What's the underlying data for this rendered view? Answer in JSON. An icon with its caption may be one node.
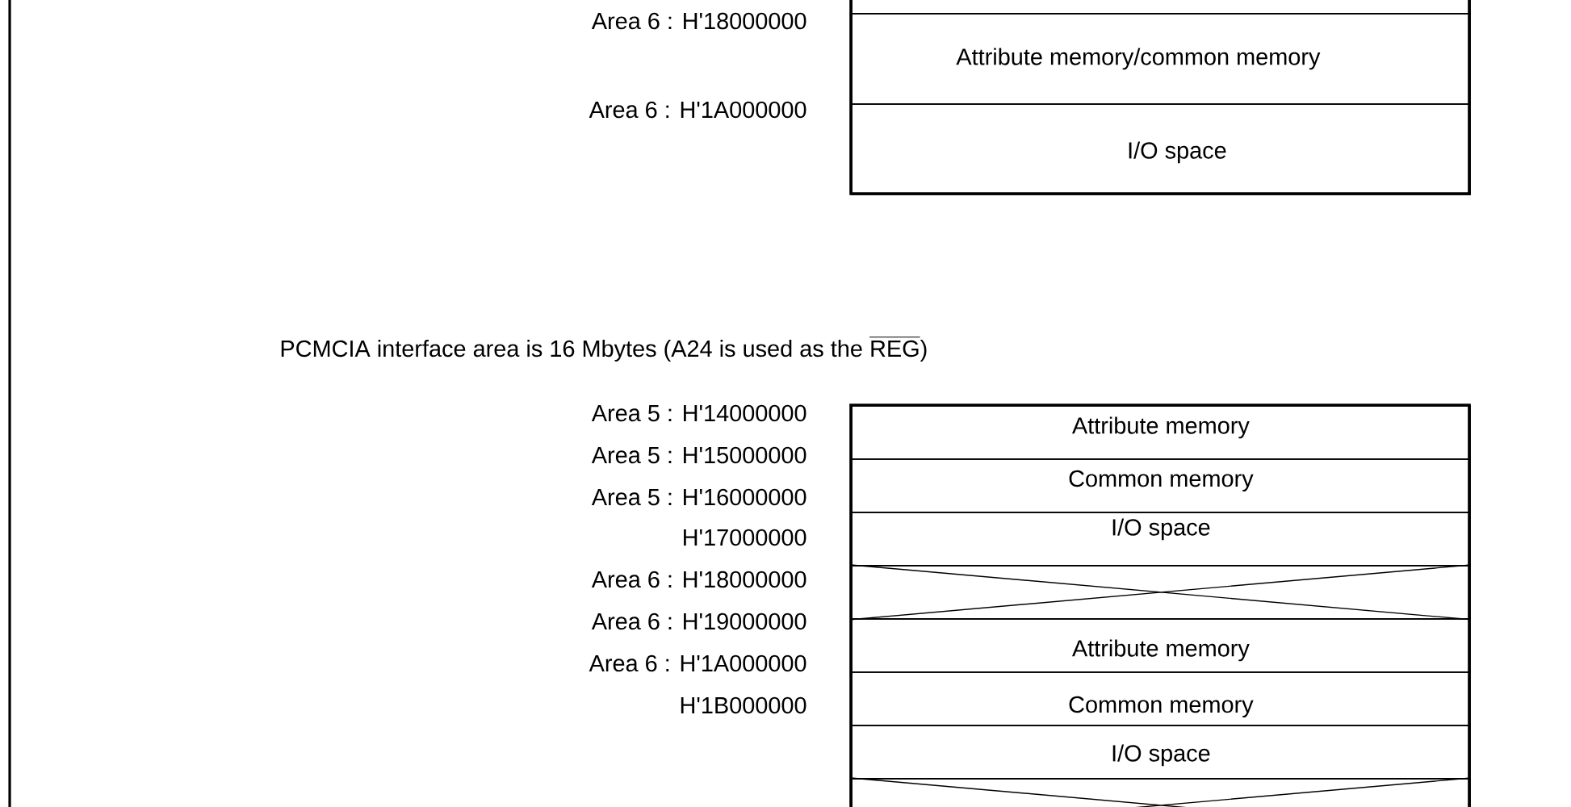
{
  "diagram": {
    "nodes": [
      {
        "text": [],
        "shape": "box"
      },
      {
        "text": [
          "Attribute memory/common memory"
        ]
      },
      {
        "text": [
          "I/O space"
        ]
      },
      {
        "text": [
          "Attribute memory"
        ]
      },
      {
        "text": [
          "Common memory"
        ]
      },
      {
        "text": [
          "I/O space"
        ]
      },
      {
        "text": [],
        "shape": "box"
      },
      {
        "text": [
          "Attribute memory"
        ]
      },
      {
        "text": [
          "Common memory"
        ]
      },
      {
        "text": [
          "I/O space"
        ]
      },
      {
        "text": [],
        "shape": "box"
      }
    ],
    "labels": [
      "Area 6 : H'18000000",
      "Area 6 : H'1A000000",
      "\\text{PCMCIA interface area is 16 Mbytes (A24 is used as the }\\overline{\\text{REG}}\\text{)}",
      "Area 5 : H'14000000",
      "Area 5 : H'15000000",
      "Area 5 : H'16000000",
      "H'17000000",
      "Area 6 : H'18000000",
      "Area 6 : H'19000000",
      "Area 6 : H'1A000000",
      "H'1B000000"
    ]
  }
}
